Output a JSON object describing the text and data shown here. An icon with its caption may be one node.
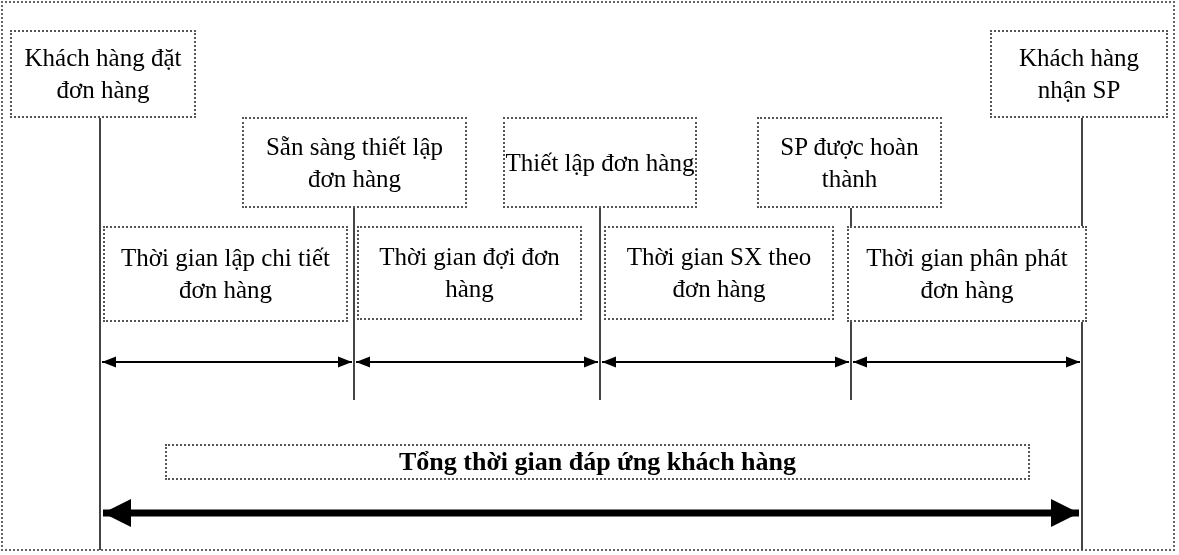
{
  "diagram": {
    "nodes": [
      {
        "text": [
          "Khách hàng đặt đơn hàng"
        ]
      },
      {
        "text": [
          "Khách hàng nhận SP"
        ]
      },
      {
        "text": [
          "Sẵn sàng thiết lập đơn hàng"
        ]
      },
      {
        "text": [
          "Thiết lập đơn hàng"
        ]
      },
      {
        "text": [
          "SP được hoàn thành"
        ]
      },
      {
        "text": [
          "Thời gian lập chi tiết đơn hàng"
        ]
      },
      {
        "text": [
          "Thời gian đợi đơn hàng"
        ]
      },
      {
        "text": [
          "Thời gian SX theo đơn hàng"
        ]
      },
      {
        "text": [
          "Thời gian phân phát đơn hàng"
        ]
      },
      {
        "text": [
          "Tổng thời gian đáp ứng khách hàng"
        ]
      }
    ],
    "edges": []
  }
}
